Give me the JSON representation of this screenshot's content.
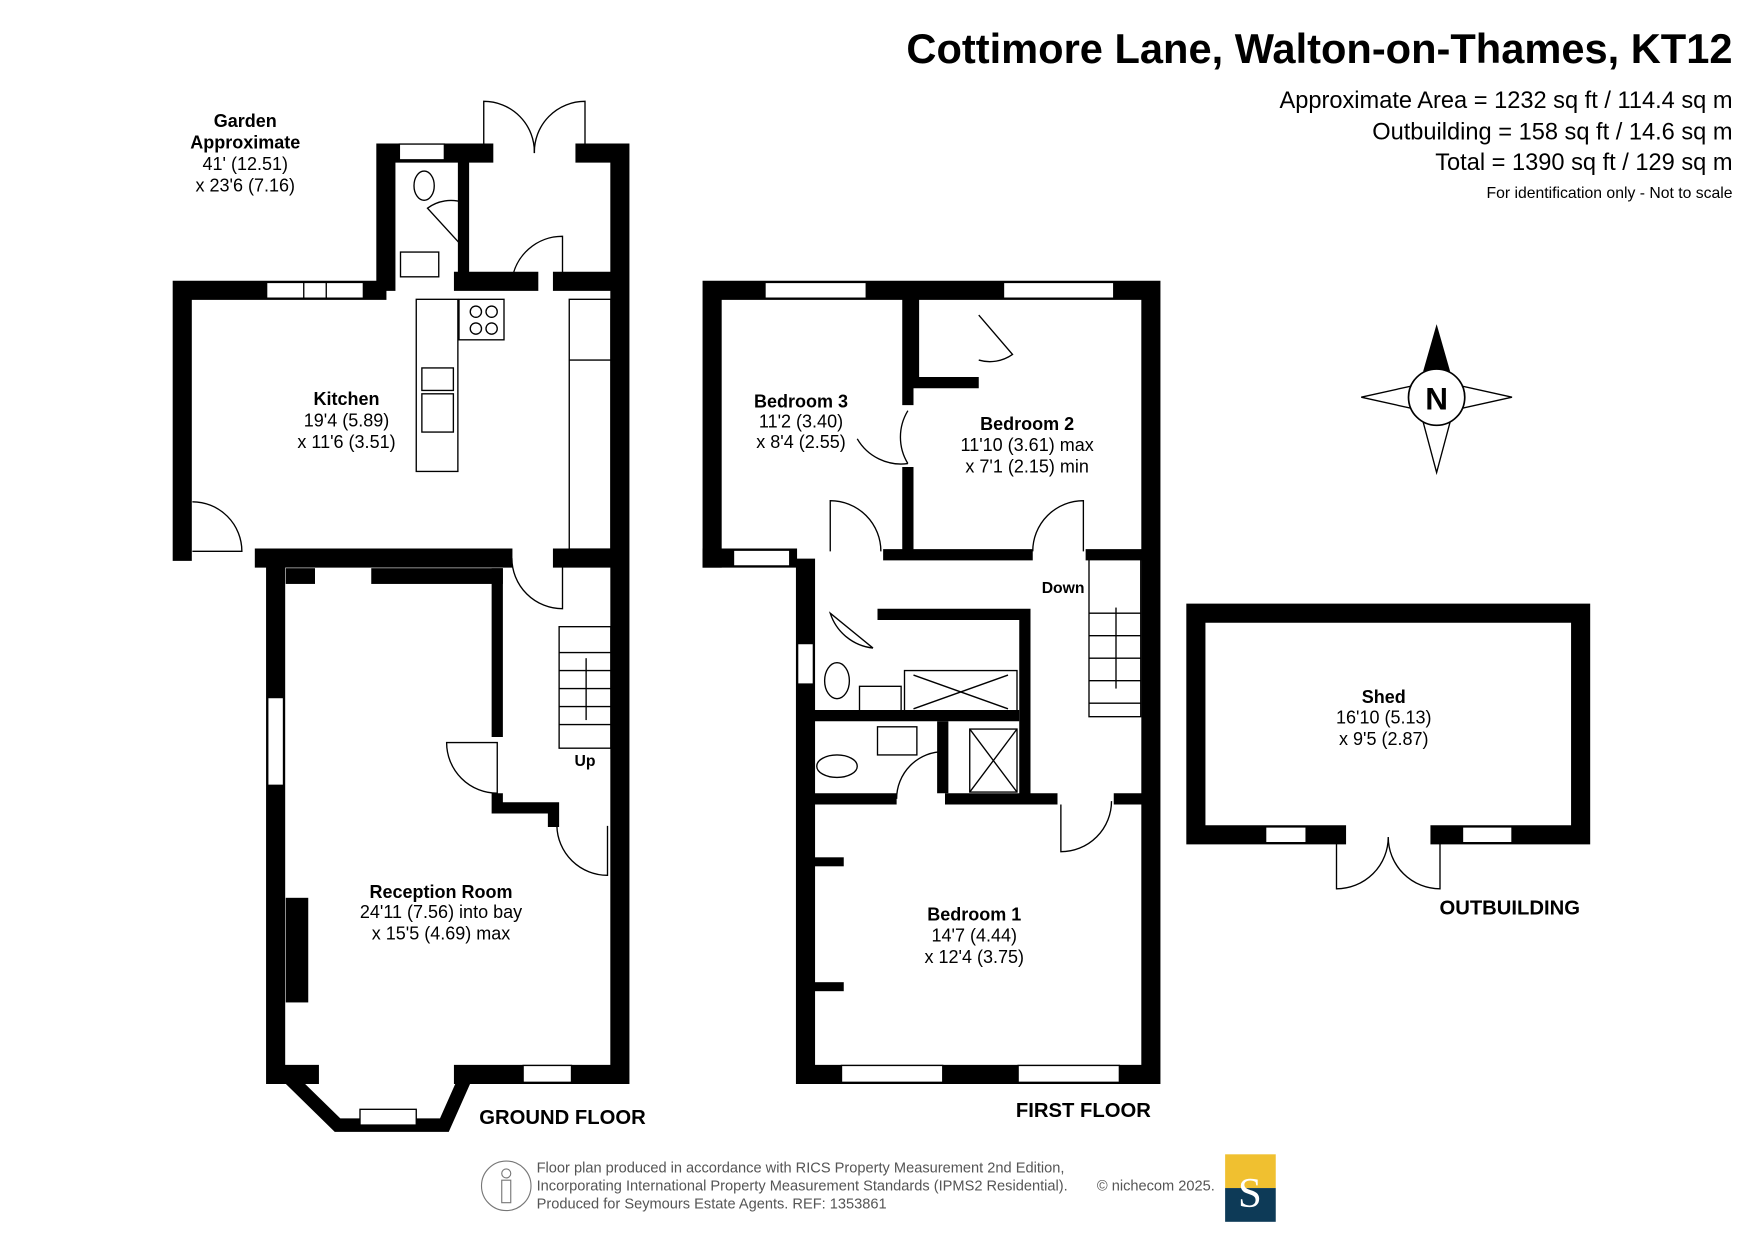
{
  "header": {
    "title": "Cottimore Lane, Walton-on-Thames, KT12",
    "area": "Approximate Area = 1232 sq ft / 114.4 sq m",
    "outbuilding": "Outbuilding = 158 sq ft / 14.6 sq m",
    "total": "Total = 1390 sq ft / 129 sq m",
    "disclaimer": "For identification only - Not to scale"
  },
  "compass": {
    "label": "N"
  },
  "garden": {
    "name": "Garden",
    "line2": "Approximate",
    "dim1": "41' (12.51)",
    "dim2": "x 23'6 (7.16)"
  },
  "ground_floor": {
    "label": "GROUND FLOOR",
    "up": "Up",
    "kitchen": {
      "name": "Kitchen",
      "dim1": "19'4 (5.89)",
      "dim2": "x 11'6 (3.51)"
    },
    "reception": {
      "name": "Reception Room",
      "dim1": "24'11 (7.56) into bay",
      "dim2": "x 15'5 (4.69) max"
    }
  },
  "first_floor": {
    "label": "FIRST FLOOR",
    "down": "Down",
    "bedroom3": {
      "name": "Bedroom 3",
      "dim1": "11'2 (3.40)",
      "dim2": "x 8'4 (2.55)"
    },
    "bedroom2": {
      "name": "Bedroom 2",
      "dim1": "11'10 (3.61) max",
      "dim2": "x 7'1 (2.15) min"
    },
    "bedroom1": {
      "name": "Bedroom 1",
      "dim1": "14'7 (4.44)",
      "dim2": "x 12'4 (3.75)"
    }
  },
  "outbuilding": {
    "label": "OUTBUILDING",
    "shed": {
      "name": "Shed",
      "dim1": "16'10 (5.13)",
      "dim2": "x 9'5 (2.87)"
    }
  },
  "footer": {
    "line1": "Floor plan produced in accordance with RICS Property Measurement 2nd Edition,",
    "line2": "Incorporating International Property Measurement Standards (IPMS2 Residential).",
    "copyright": "© nichecom 2025.",
    "line3": "Produced for Seymours Estate Agents.   REF: 1353861",
    "logo_letter": "S",
    "logo_colors": {
      "top": "#f0c030",
      "bottom": "#0d3a57"
    }
  }
}
